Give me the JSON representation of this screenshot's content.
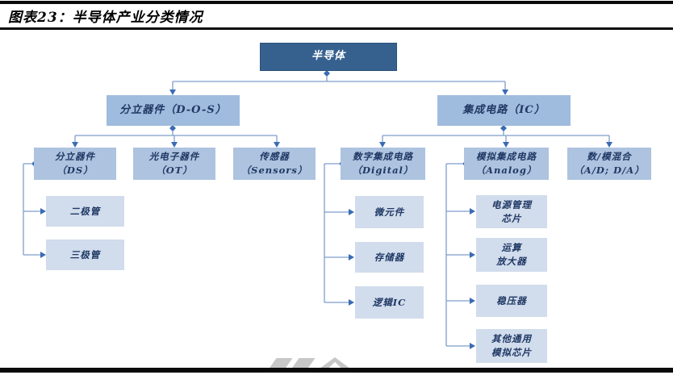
{
  "header": {
    "title": "图表23：半导体产业分类情况"
  },
  "colors": {
    "root_fill": "#36618F",
    "level2_fill": "#9FBCDE",
    "level3_fill": "#ADC3DF",
    "level4_fill": "#D1DCEC",
    "connector_line": "#7E9EC9",
    "connector_arrow": "#3A6BB5",
    "node_text_dark": "#1F3864",
    "node_text_light": "#FFFFFF",
    "header_rule": "#0A0A0A",
    "watermark_gray": "#C7C7C7"
  },
  "icons": {
    "watermark": "gray-logo-fragment"
  },
  "tree": {
    "root": {
      "label": "半导体"
    },
    "level2": [
      {
        "label": "分立器件（D-O-S）"
      },
      {
        "label": "集成电路（IC）"
      }
    ],
    "level3": [
      {
        "line1": "分立器件",
        "line2": "（DS）"
      },
      {
        "line1": "光电子器件",
        "line2": "（OT）"
      },
      {
        "line1": "传感器",
        "line2": "（Sensors）"
      },
      {
        "line1": "数字集成电路",
        "line2": "（Digital）"
      },
      {
        "line1": "模拟集成电路",
        "line2": "（Analog）"
      },
      {
        "line1": "数/模混合",
        "line2": "（A/D; D/A）"
      }
    ],
    "level4_ds": [
      {
        "label": "二极管"
      },
      {
        "label": "三极管"
      }
    ],
    "level4_digital": [
      {
        "label": "微元件"
      },
      {
        "label": "存储器"
      },
      {
        "label": "逻辑IC"
      }
    ],
    "level4_analog": [
      {
        "line1": "电源管理",
        "line2": "芯片"
      },
      {
        "line1": "运算",
        "line2": "放大器"
      },
      {
        "label": "稳压器"
      },
      {
        "line1": "其他通用",
        "line2": "模拟芯片"
      }
    ]
  }
}
